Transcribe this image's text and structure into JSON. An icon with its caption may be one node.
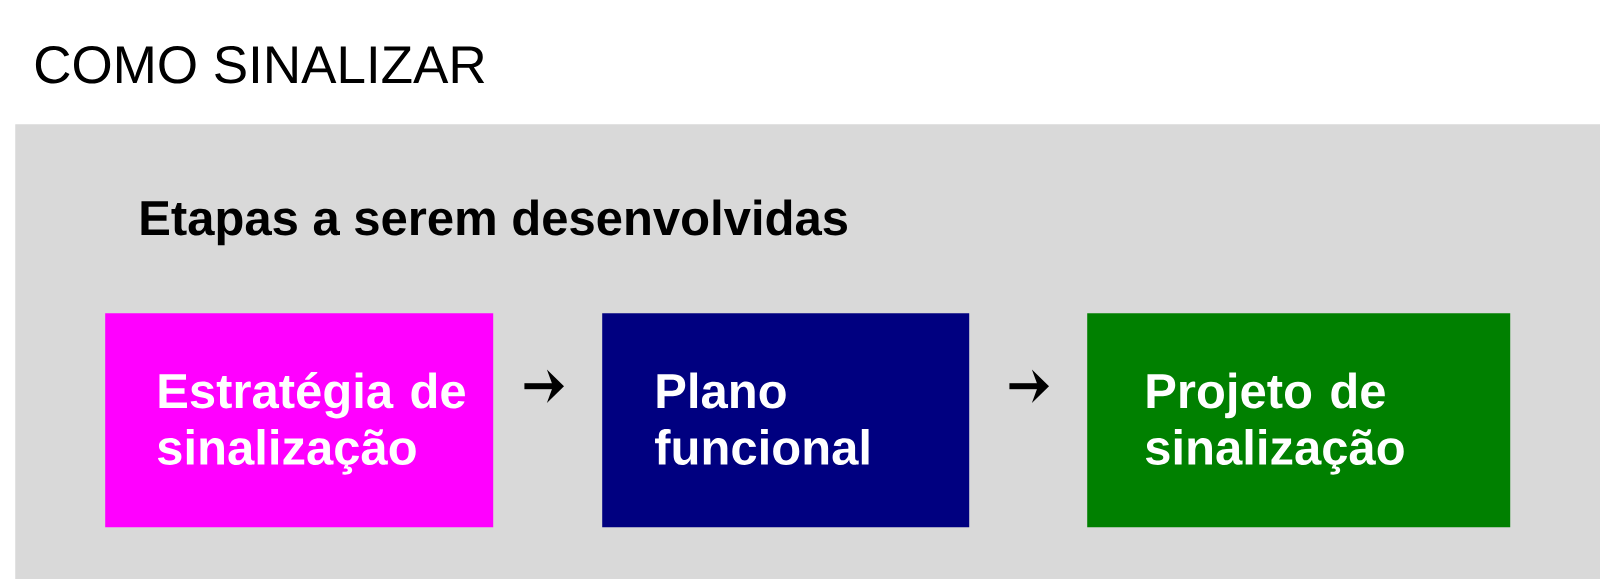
{
  "diagram": {
    "title": "COMO SINALIZAR",
    "nodes": [
      {
        "text": [
          "Etapas a serem desenvolvidas"
        ]
      },
      {
        "text": [
          "Estratégia de sinalização"
        ],
        "in": 0
      },
      {
        "text": [
          "Plano funcional"
        ],
        "in": 0
      },
      {
        "text": [
          "Projeto de sinalização"
        ],
        "in": 0
      }
    ],
    "edges": [
      {
        "from": 1,
        "to": 2,
        "arrow": "to"
      },
      {
        "from": 2,
        "to": 3,
        "arrow": "to"
      }
    ]
  }
}
